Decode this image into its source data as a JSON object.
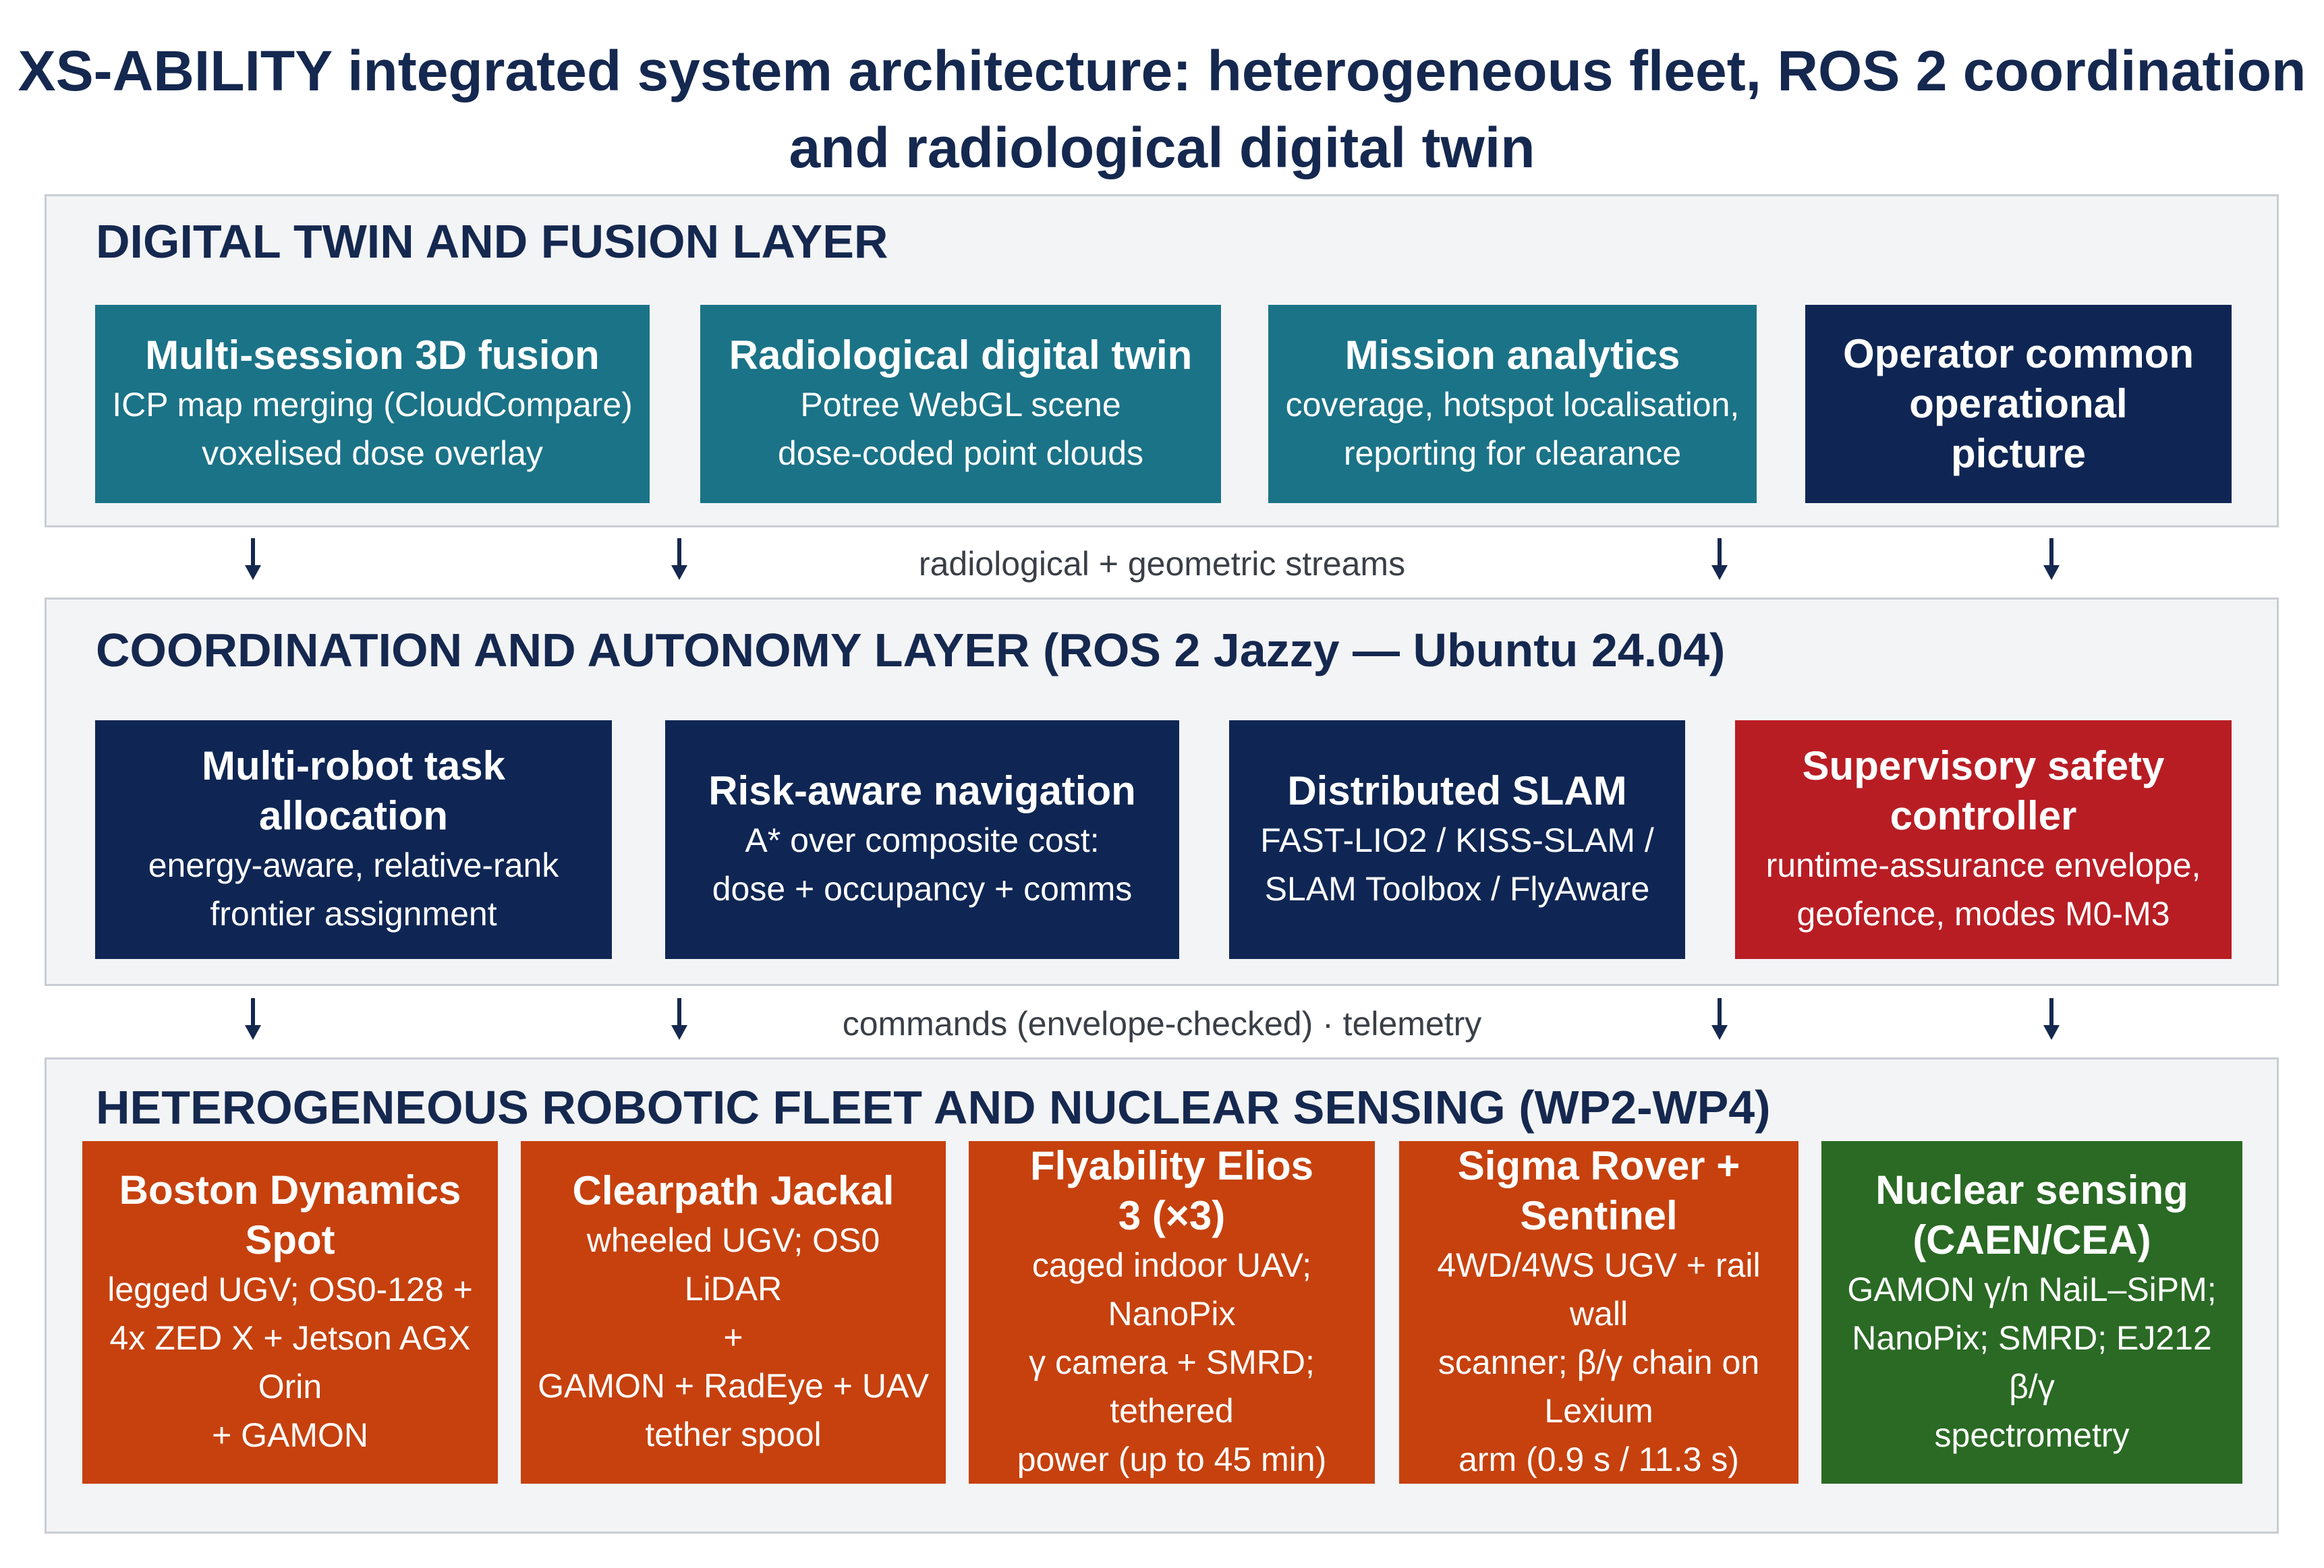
{
  "title": {
    "line1": "XS-ABILITY integrated system architecture: heterogeneous fleet, ROS 2 coordination",
    "line2": "and radiological digital twin"
  },
  "layers": {
    "digital_twin": {
      "title": "DIGITAL TWIN AND FUSION LAYER",
      "boxes": [
        {
          "title": "Multi-session 3D fusion",
          "lines": [
            "ICP map merging (CloudCompare)",
            "voxelised dose overlay"
          ]
        },
        {
          "title": "Radiological digital twin",
          "lines": [
            "Potree WebGL scene",
            "dose-coded point clouds"
          ]
        },
        {
          "title": "Mission analytics",
          "lines": [
            "coverage, hotspot localisation,",
            "reporting for clearance"
          ]
        },
        {
          "title_lines": [
            "Operator common",
            "operational",
            "picture"
          ]
        }
      ]
    },
    "coordination": {
      "title": "COORDINATION AND AUTONOMY LAYER  (ROS 2 Jazzy — Ubuntu 24.04)",
      "boxes": [
        {
          "title_lines": [
            "Multi-robot task",
            "allocation"
          ],
          "lines": [
            "energy-aware, relative-rank",
            "frontier assignment"
          ]
        },
        {
          "title": "Risk-aware navigation",
          "lines": [
            "A* over composite cost:",
            "dose + occupancy + comms"
          ]
        },
        {
          "title": "Distributed SLAM",
          "lines": [
            "FAST-LIO2 / KISS-SLAM /",
            "SLAM Toolbox / FlyAware"
          ]
        },
        {
          "title_lines": [
            "Supervisory safety",
            "controller"
          ],
          "lines": [
            "runtime-assurance envelope,",
            "geofence, modes M0-M3"
          ]
        }
      ]
    },
    "fleet": {
      "title": "HETEROGENEOUS ROBOTIC FLEET AND NUCLEAR SENSING  (WP2-WP4)",
      "boxes": [
        {
          "title_lines": [
            "Boston Dynamics",
            "Spot"
          ],
          "lines": [
            "legged UGV; OS0-128 +",
            "4x ZED X + Jetson AGX",
            "Orin",
            "+ GAMON"
          ]
        },
        {
          "title": "Clearpath Jackal",
          "lines": [
            "wheeled UGV; OS0 LiDAR",
            "+",
            "GAMON + RadEye + UAV",
            "tether spool"
          ]
        },
        {
          "title_lines": [
            "Flyability Elios",
            "3 (×3)"
          ],
          "lines": [
            "caged indoor UAV; NanoPix",
            "γ camera + SMRD; tethered",
            "power (up to 45 min)"
          ]
        },
        {
          "title_lines": [
            "Sigma Rover +",
            "Sentinel"
          ],
          "lines": [
            "4WD/4WS UGV + rail wall",
            "scanner; β/γ chain on",
            "Lexium",
            "arm (0.9 s / 11.3 s)"
          ]
        },
        {
          "title_lines": [
            "Nuclear sensing",
            "(CAEN/CEA)"
          ],
          "lines": [
            "GAMON γ/n NaiL–SiPM;",
            "NanoPix; SMRD; EJ212",
            "β/γ",
            "spectrometry"
          ]
        }
      ]
    }
  },
  "connectors": {
    "upper_label": "radiological + geometric streams",
    "lower_label": "commands (envelope-checked) · telemetry"
  },
  "colors": {
    "teal": "#1b7387",
    "navy": "#0f2654",
    "red": "#b81d24",
    "orange": "#c6410e",
    "green": "#2a6a24",
    "title_text": "#15284f"
  }
}
